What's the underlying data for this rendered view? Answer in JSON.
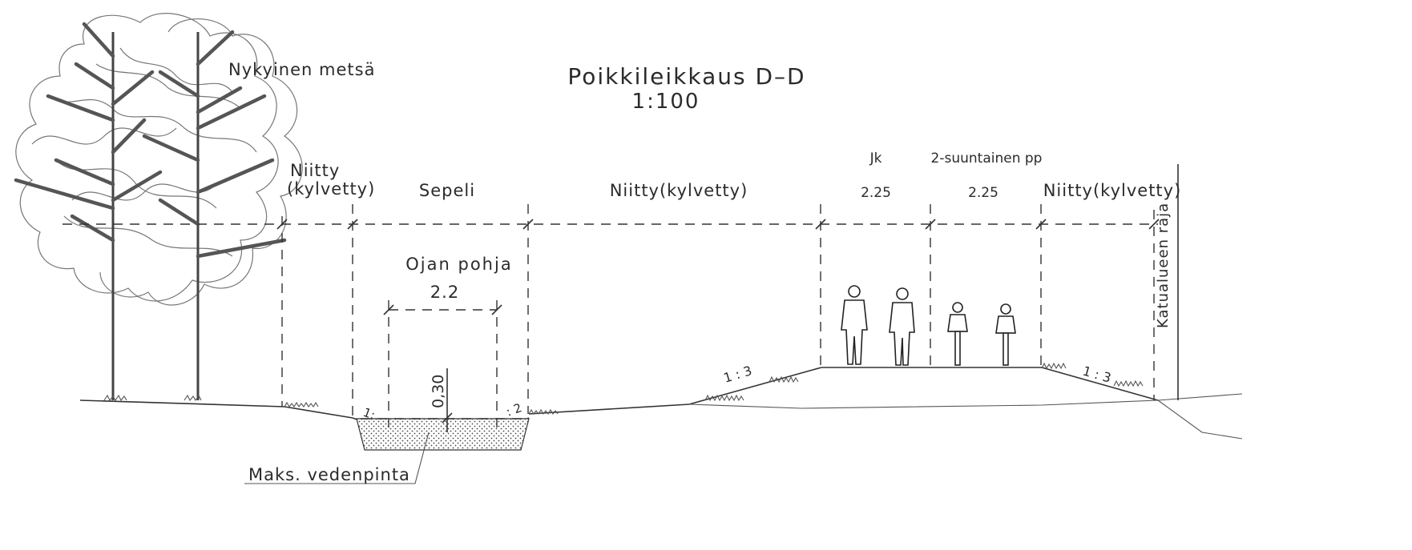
{
  "drawing": {
    "title": "Poikkileikkaus D–D",
    "scale": "1:100"
  },
  "zones": {
    "forest": "Nykyinen metsä",
    "niitty_left_line1": "Niitty",
    "niitty_left_line2": "(kylvetty)",
    "sepeli": "Sepeli",
    "niitty_middle": "Niitty(kylvetty)",
    "jk": "Jk",
    "pp": "2-suuntainen pp",
    "niitty_right": "Niitty(kylvetty)",
    "boundary": "Katualueen raja"
  },
  "dimensions": {
    "jk_width": "2.25",
    "pp_width": "2.25",
    "ditch_bottom_label": "Ojan pohja",
    "ditch_bottom_width": "2.2",
    "ditch_depth": "0,30"
  },
  "slopes": {
    "ditch_left": "1:",
    "ditch_right": ": 2",
    "embankment_left": "1 : 3",
    "embankment_right": "1 : 3"
  },
  "annotations": {
    "max_water_level": "Maks. vedenpinta"
  },
  "colors": {
    "line": "#333333",
    "text": "#2b2b2b",
    "tree": "#777777",
    "background": "#ffffff"
  }
}
